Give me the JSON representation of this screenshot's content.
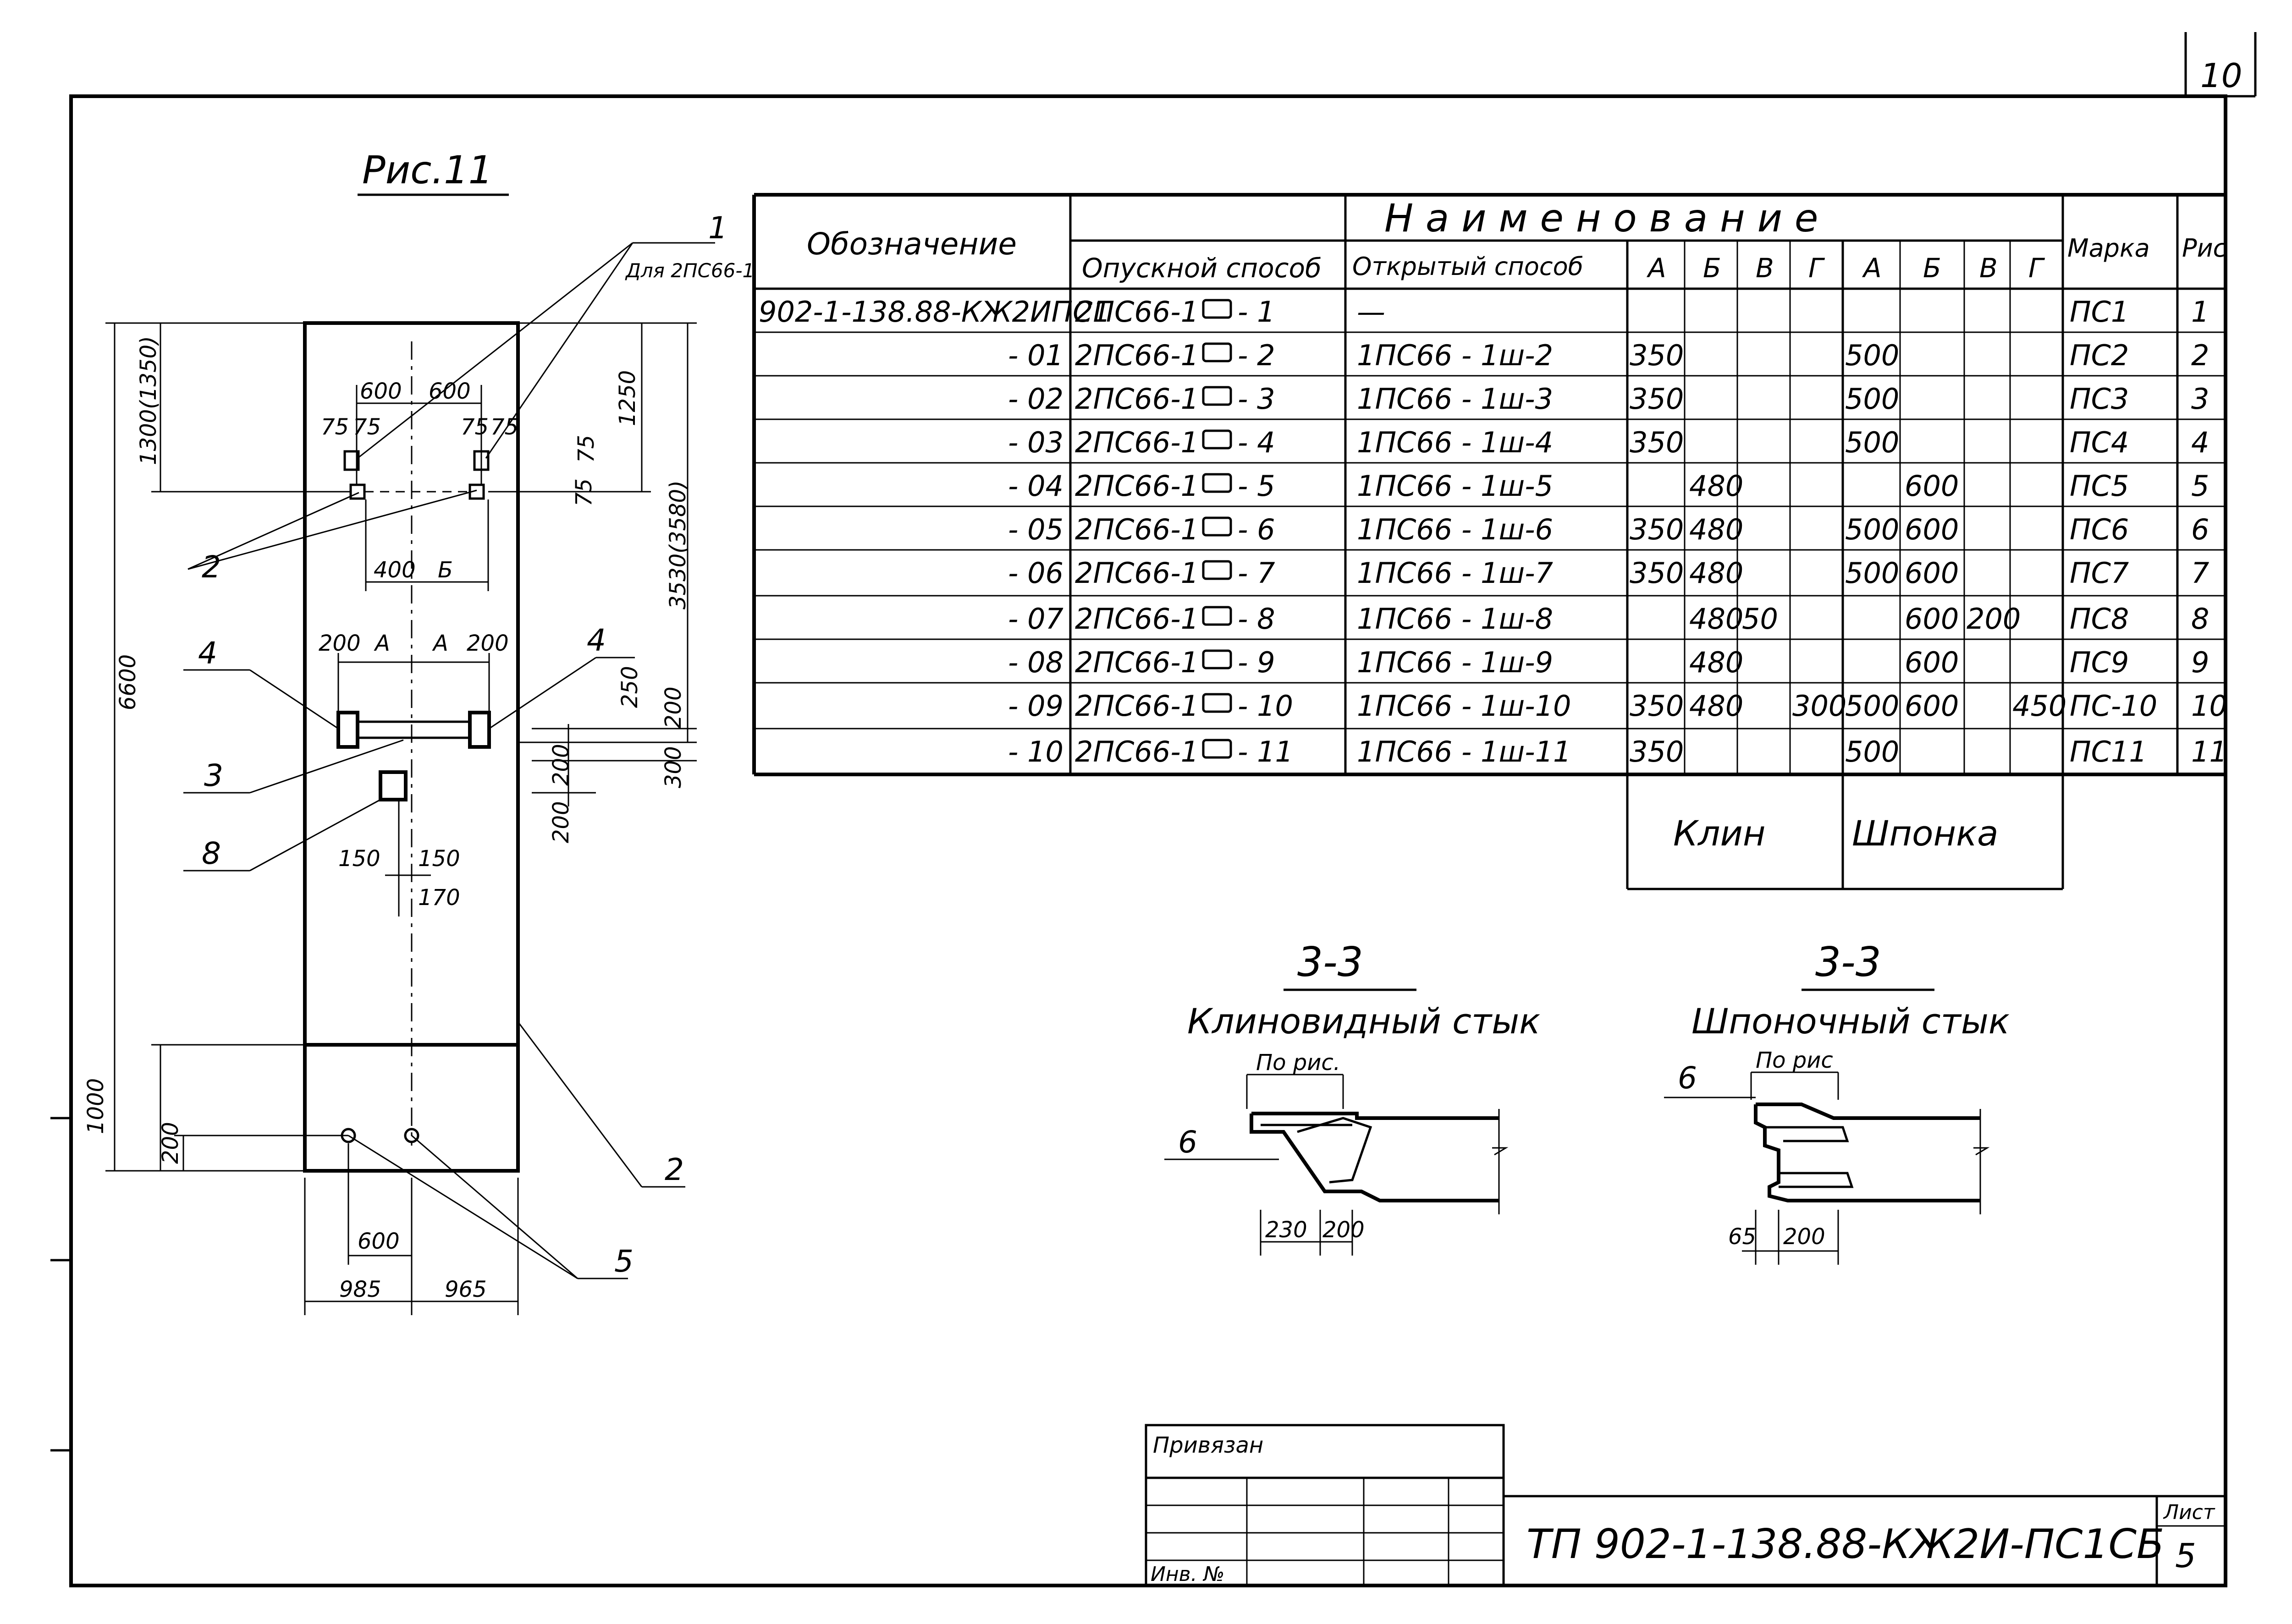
{
  "page_number": "10",
  "figure": {
    "title": "Рис.11",
    "callouts": [
      "1",
      "2",
      "3",
      "4",
      "4",
      "2",
      "5",
      "8"
    ],
    "dims": {
      "left_6600": "6600",
      "left_1300": "1300(1350)",
      "left_1000": "1000",
      "left_200": "200",
      "top_600a": "600",
      "top_600b": "600",
      "top_75a": "75",
      "top_75b": "75",
      "top_75c": "75",
      "top_75d": "75",
      "mid_400": "400",
      "mid_B": "Б",
      "r_1250": "1250",
      "r_3530": "3530(3580)",
      "r_75a": "75",
      "r_75b": "75",
      "w_200a": "200",
      "w_A1": "А",
      "w_A2": "А",
      "w_200b": "200",
      "r_250": "250",
      "r_200a": "200",
      "r_300": "300",
      "r_200b": "200",
      "r_200c": "200",
      "h_150a": "150",
      "h_150b": "150",
      "h_170": "170",
      "b_600": "600",
      "b_985": "985",
      "b_965": "965"
    },
    "note_2": "Для 2ПС66-1"
  },
  "table": {
    "header": {
      "col_designation": "Обозначение",
      "group_name": "Н а и м е н о в а н и е",
      "col_lower": "Опускной способ",
      "col_open": "Открытый способ",
      "klin_cols": [
        "А",
        "Б",
        "В",
        "Г"
      ],
      "shponka_cols": [
        "А",
        "Б",
        "В",
        "Г"
      ],
      "col_mark": "Марка",
      "col_fig": "Рис"
    },
    "rows": [
      {
        "designation": "902-1-138.88-КЖ2ИПС1",
        "lower": "2ПС66-1",
        "fig_ref": "- 1",
        "open": "—",
        "kA": "",
        "kB": "",
        "kV": "",
        "kG": "",
        "sA": "",
        "sB": "",
        "sV": "",
        "sG": "",
        "mark": "ПС1",
        "fig": "1"
      },
      {
        "designation": "- 01",
        "lower": "2ПС66-1",
        "fig_ref": "- 2",
        "open": "1ПС66 - 1ш-2",
        "kA": "350",
        "kB": "",
        "kV": "",
        "kG": "",
        "sA": "500",
        "sB": "",
        "sV": "",
        "sG": "",
        "mark": "ПС2",
        "fig": "2"
      },
      {
        "designation": "- 02",
        "lower": "2ПС66-1",
        "fig_ref": "- 3",
        "open": "1ПС66 - 1ш-3",
        "kA": "350",
        "kB": "",
        "kV": "",
        "kG": "",
        "sA": "500",
        "sB": "",
        "sV": "",
        "sG": "",
        "mark": "ПС3",
        "fig": "3"
      },
      {
        "designation": "- 03",
        "lower": "2ПС66-1",
        "fig_ref": "- 4",
        "open": "1ПС66 - 1ш-4",
        "kA": "350",
        "kB": "",
        "kV": "",
        "kG": "",
        "sA": "500",
        "sB": "",
        "sV": "",
        "sG": "",
        "mark": "ПС4",
        "fig": "4"
      },
      {
        "designation": "- 04",
        "lower": "2ПС66-1",
        "fig_ref": "- 5",
        "open": "1ПС66 - 1ш-5",
        "kA": "",
        "kB": "480",
        "kV": "",
        "kG": "",
        "sA": "",
        "sB": "600",
        "sV": "",
        "sG": "",
        "mark": "ПС5",
        "fig": "5"
      },
      {
        "designation": "- 05",
        "lower": "2ПС66-1",
        "fig_ref": "- 6",
        "open": "1ПС66 - 1ш-6",
        "kA": "350",
        "kB": "480",
        "kV": "",
        "kG": "",
        "sA": "500",
        "sB": "600",
        "sV": "",
        "sG": "",
        "mark": "ПС6",
        "fig": "6"
      },
      {
        "designation": "- 06",
        "lower": "2ПС66-1",
        "fig_ref": "- 7",
        "open": "1ПС66 - 1ш-7",
        "kA": "350",
        "kB": "480",
        "kV": "",
        "kG": "",
        "sA": "500",
        "sB": "600",
        "sV": "",
        "sG": "",
        "mark": "ПС7",
        "fig": "7"
      },
      {
        "designation": "- 07",
        "lower": "2ПС66-1",
        "fig_ref": "- 8",
        "open": "1ПС66 - 1ш-8",
        "kA": "",
        "kB": "480",
        "kV": "50",
        "kG": "",
        "sA": "",
        "sB": "600",
        "sV": "200",
        "sG": "",
        "mark": "ПС8",
        "fig": "8"
      },
      {
        "designation": "- 08",
        "lower": "2ПС66-1",
        "fig_ref": "- 9",
        "open": "1ПС66 - 1ш-9",
        "kA": "",
        "kB": "480",
        "kV": "",
        "kG": "",
        "sA": "",
        "sB": "600",
        "sV": "",
        "sG": "",
        "mark": "ПС9",
        "fig": "9"
      },
      {
        "designation": "- 09",
        "lower": "2ПС66-1",
        "fig_ref": "- 10",
        "open": "1ПС66 - 1ш-10",
        "kA": "350",
        "kB": "480",
        "kV": "",
        "kG": "300",
        "sA": "500",
        "sB": "600",
        "sV": "",
        "sG": "450",
        "mark": "ПС-10",
        "fig": "10"
      },
      {
        "designation": "- 10",
        "lower": "2ПС66-1",
        "fig_ref": "- 11",
        "open": "1ПС66 - 1ш-11",
        "kA": "350",
        "kB": "",
        "kV": "",
        "kG": "",
        "sA": "500",
        "sB": "",
        "sV": "",
        "sG": "",
        "mark": "ПС11",
        "fig": "11"
      }
    ],
    "footer": {
      "klin": "Клин",
      "shponka": "Шпонка"
    }
  },
  "section_left": {
    "title": "3-3",
    "subtitle": "Клиновидный стык",
    "by_fig": "По рис.",
    "callout": "6",
    "dim_a": "230",
    "dim_b": "200"
  },
  "section_right": {
    "title": "3-3",
    "subtitle": "Шпоночный стык",
    "by_fig": "По рис",
    "callout": "6",
    "dim_a": "65",
    "dim_b": "200"
  },
  "title_block": {
    "privyazan": "Привязан",
    "inv_no": "Инв. №",
    "code": "ТП 902-1-138.88-КЖ2И-ПС1СБ",
    "sheet_label": "Лист",
    "sheet_number": "5"
  }
}
